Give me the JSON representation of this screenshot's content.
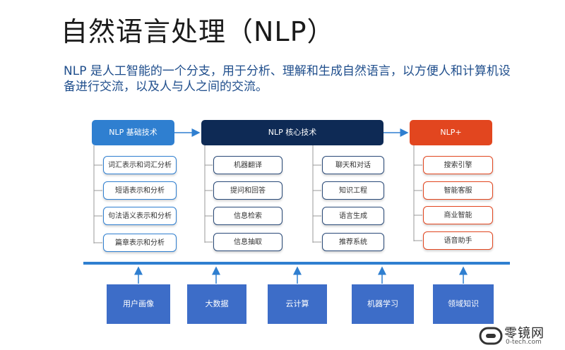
{
  "title": "自然语言处理（NLP）",
  "intro": "NLP 是人工智能的一个分支，用于分析、理解和生成自然语言，以方便人和计算机设备进行交流，以及人与人之间的交流。",
  "basic": {
    "header": "NLP 基础技术",
    "items": [
      "词汇表示和词汇分析",
      "短语表示和分析",
      "句法语义表示和分析",
      "篇章表示和分析"
    ]
  },
  "core": {
    "header": "NLP 核心技术",
    "left": [
      "机器翻译",
      "提问和回答",
      "信息检索",
      "信息抽取"
    ],
    "right": [
      "聊天和对话",
      "知识工程",
      "语言生成",
      "推荐系统"
    ]
  },
  "plus": {
    "header": "NLP+",
    "items": [
      "搜索引擎",
      "智能客服",
      "商业智能",
      "语音助手"
    ]
  },
  "foundation": [
    "用户画像",
    "大数据",
    "云计算",
    "机器学习",
    "领域知识"
  ],
  "brand": {
    "name": "零镜网",
    "url": "0-tech.com"
  },
  "colors": {
    "basic": "#2f7fd0",
    "core": "#0e2a55",
    "plus": "#e2461f",
    "foundation": "#3d6dc8",
    "line": "#2f7fd0"
  }
}
